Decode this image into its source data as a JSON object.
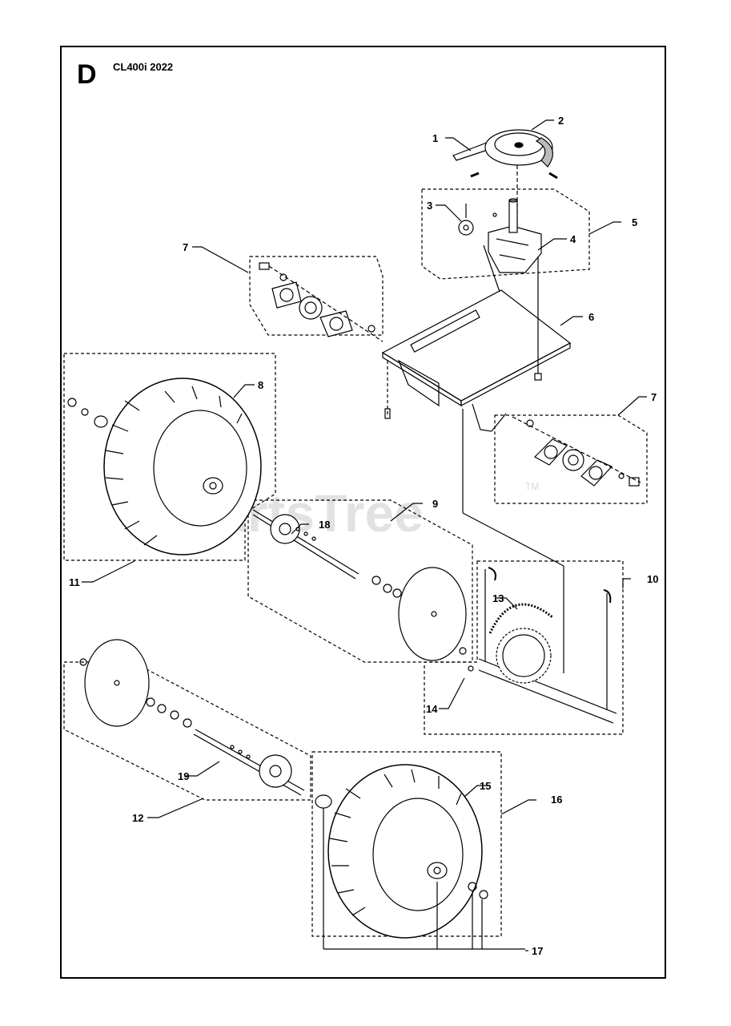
{
  "header": {
    "section_letter": "D",
    "model": "CL400i 2022"
  },
  "watermark": {
    "text": "PartsTree",
    "trademark": "TM"
  },
  "callouts": [
    "1",
    "2",
    "3",
    "4",
    "5",
    "6",
    "7",
    "7",
    "8",
    "9",
    "10",
    "11",
    "12",
    "13",
    "14",
    "15",
    "16",
    "17",
    "18",
    "19"
  ]
}
